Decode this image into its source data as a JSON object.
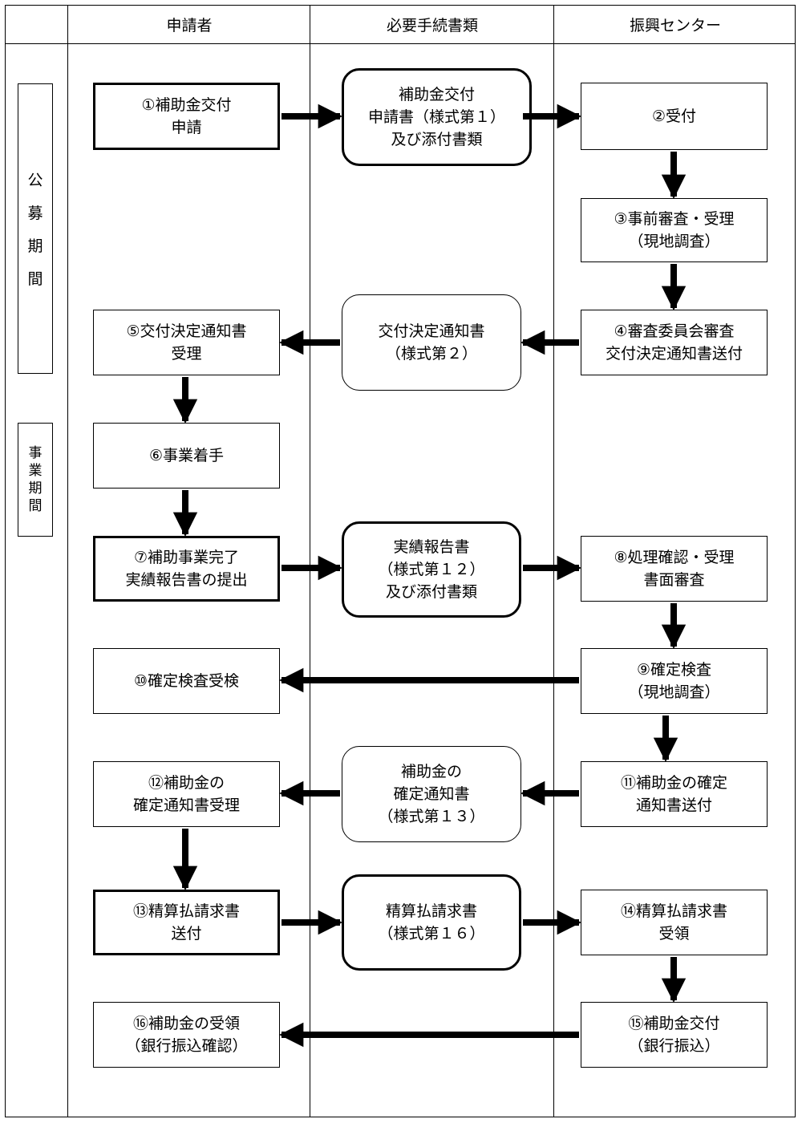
{
  "columns": {
    "applicant": "申請者",
    "documents": "必要手続書類",
    "center": "振興センター"
  },
  "periods": {
    "public": [
      "公",
      "募",
      "期",
      "間"
    ],
    "business": [
      "事",
      "業",
      "期",
      "間"
    ]
  },
  "steps": {
    "s1": [
      "①補助金交付",
      "申請"
    ],
    "d1": [
      "補助金交付",
      "申請書（様式第１）",
      "及び添付書類"
    ],
    "s2": [
      "②受付"
    ],
    "s3": [
      "③事前審査・受理",
      "（現地調査）"
    ],
    "s4": [
      "④審査委員会審査",
      "交付決定通知書送付"
    ],
    "d2": [
      "交付決定通知書",
      "（様式第２）"
    ],
    "s5": [
      "⑤交付決定通知書",
      "受理"
    ],
    "s6": [
      "⑥事業着手"
    ],
    "s7": [
      "⑦補助事業完了",
      "実績報告書の提出"
    ],
    "d3": [
      "実績報告書",
      "（様式第１２）",
      "及び添付書類"
    ],
    "s8": [
      "⑧処理確認・受理",
      "書面審査"
    ],
    "s9": [
      "⑨確定検査",
      "（現地調査）"
    ],
    "s10": [
      "⑩確定検査受検"
    ],
    "s11": [
      "⑪補助金の確定",
      "通知書送付"
    ],
    "d4": [
      "補助金の",
      "確定通知書",
      "（様式第１３）"
    ],
    "s12": [
      "⑫補助金の",
      "確定通知書受理"
    ],
    "s13": [
      "⑬精算払請求書",
      "送付"
    ],
    "d5": [
      "精算払請求書",
      "（様式第１６）"
    ],
    "s14": [
      "⑭精算払請求書",
      "受領"
    ],
    "s15": [
      "⑮補助金交付",
      "（銀行振込）"
    ],
    "s16": [
      "⑯補助金の受領",
      "（銀行振込確認）"
    ]
  }
}
